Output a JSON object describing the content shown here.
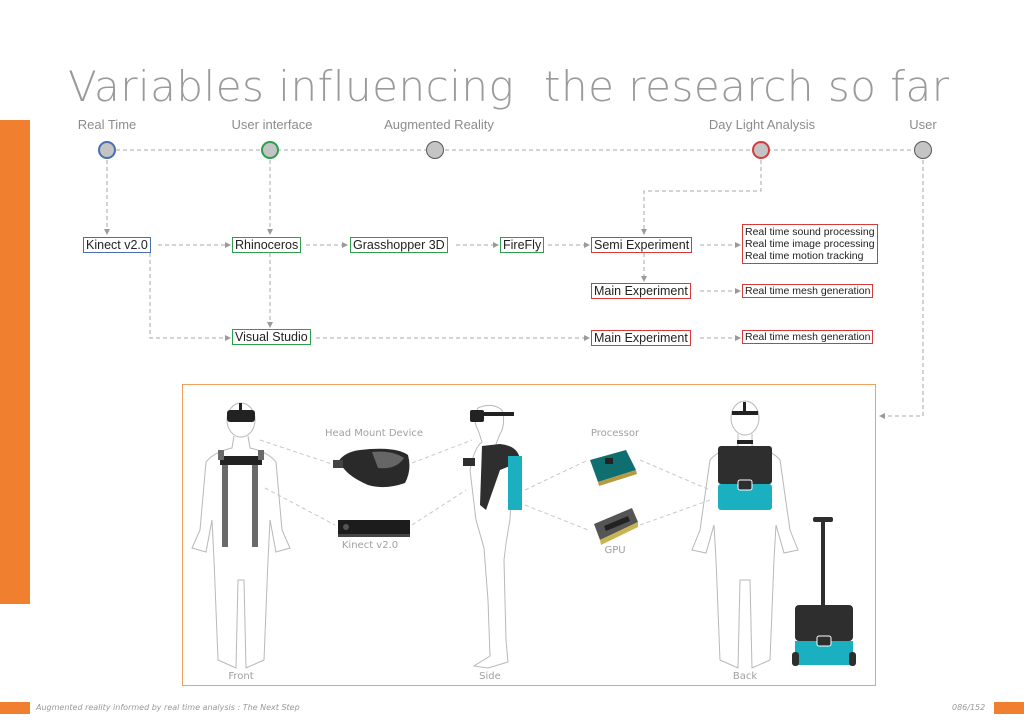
{
  "title": {
    "part1": "Variables influencing",
    "part2": "the research so far"
  },
  "variables": [
    {
      "label": "Real Time",
      "color": "#4a6fb0"
    },
    {
      "label": "User interface",
      "color": "#2e9e4e"
    },
    {
      "label": "Augmented Reality",
      "color": "#555555"
    },
    {
      "label": "Day Light Analysis",
      "color": "#d83a3a"
    },
    {
      "label": "User",
      "color": "#555555"
    }
  ],
  "boxes": {
    "kinect": "Kinect v2.0",
    "rhinoceros": "Rhinoceros",
    "grasshopper": "Grasshopper 3D",
    "firefly": "FireFly",
    "visual_studio": "Visual Studio",
    "semi_experiment": "Semi Experiment",
    "main_experiment_1": "Main Experiment",
    "main_experiment_2": "Main Experiment",
    "realtime_list": [
      "Real time sound processing",
      "Real time image processing",
      "Real time motion tracking"
    ],
    "mesh_1": "Real time mesh generation",
    "mesh_2": "Real time mesh generation"
  },
  "figure": {
    "head_mount_device": "Head Mount Device",
    "kinect": "Kinect v2.0",
    "processor": "Processor",
    "gpu": "GPU",
    "front": "Front",
    "side": "Side",
    "back": "Back"
  },
  "footer": {
    "text": "Augmented reality informed by real time analysis : The Next Step",
    "page": "086/152"
  },
  "colors": {
    "accent": "#f08030",
    "teal": "#1ab0c0",
    "dark": "#2e2e2e"
  }
}
